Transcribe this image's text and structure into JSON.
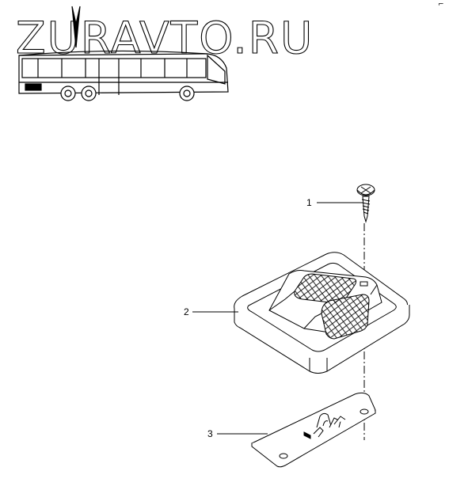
{
  "watermark": {
    "text": "ZURAVTO.RU"
  },
  "diagram": {
    "callouts": [
      {
        "number": "1",
        "part": "screw"
      },
      {
        "number": "2",
        "part": "housing"
      },
      {
        "number": "3",
        "part": "base-plate"
      }
    ],
    "corner_mark": "⌐"
  },
  "colors": {
    "line": "#000000",
    "hatch": "#000000",
    "background": "#ffffff"
  }
}
